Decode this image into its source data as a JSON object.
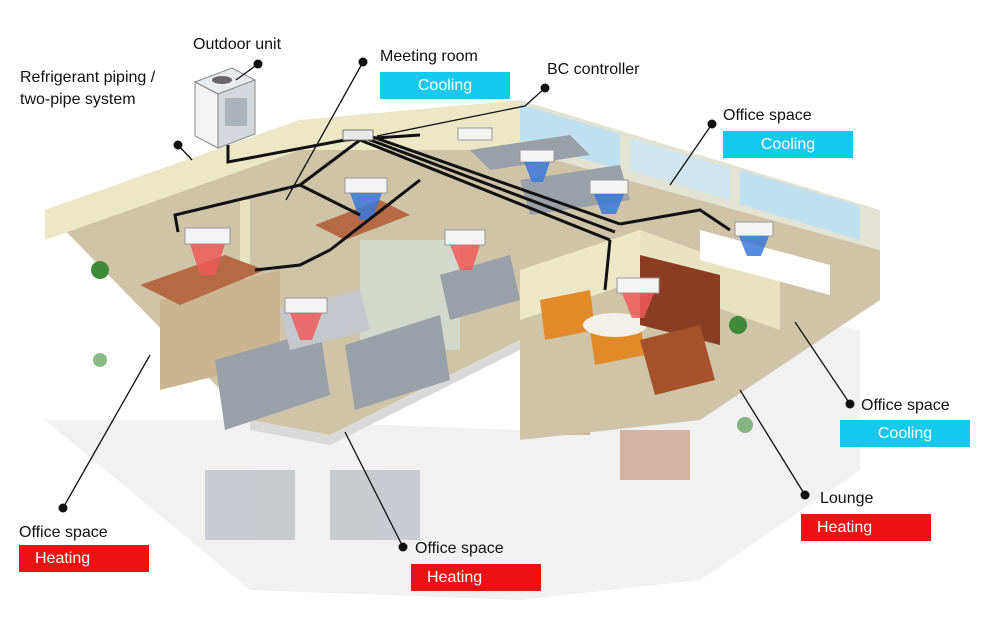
{
  "colors": {
    "cooling": "#14c8ee",
    "heating": "#ee1111",
    "pipe": "#111111",
    "floor": "#cfc4a8",
    "wall": "#ece7c6",
    "window": "#bfe0f0"
  },
  "labels": {
    "outdoor_unit": "Outdoor unit",
    "piping_line1": "Refrigerant piping /",
    "piping_line2": "two-pipe system",
    "meeting_room": "Meeting room",
    "bc_controller": "BC controller",
    "office_space_top_right": "Office space",
    "office_space_right": "Office space",
    "lounge": "Lounge",
    "office_space_bottom_center": "Office space",
    "office_space_bottom_left": "Office space"
  },
  "modes": {
    "meeting_room": "Cooling",
    "office_space_top_right": "Cooling",
    "office_space_right": "Cooling",
    "lounge": "Heating",
    "office_space_bottom_center": "Heating",
    "office_space_bottom_left": "Heating"
  }
}
